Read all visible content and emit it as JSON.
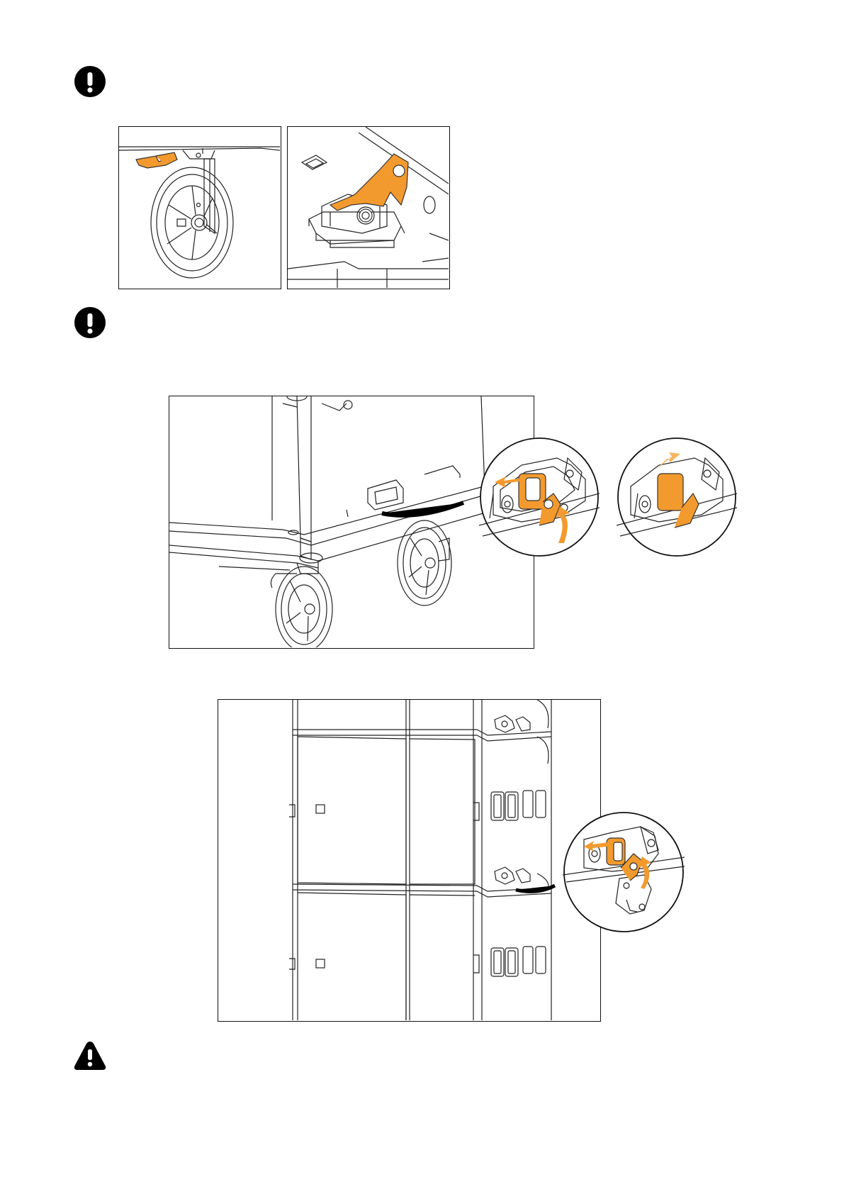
{
  "page": {
    "background": "#ffffff",
    "accent_color": "#f39a2e",
    "line_color": "#111111"
  },
  "notices": [
    {
      "icon": "exclamation-circle-icon"
    },
    {
      "icon": "exclamation-circle-icon"
    },
    {
      "icon": "warning-triangle-icon"
    }
  ],
  "figures": [
    {
      "subject": "caster-wheel-brake"
    },
    {
      "subject": "cart-locking-bracket"
    },
    {
      "subject": "cart-corner-latch-with-zoom-callouts"
    },
    {
      "subject": "stacked-cabinets-latch-with-zoom-callout"
    }
  ]
}
